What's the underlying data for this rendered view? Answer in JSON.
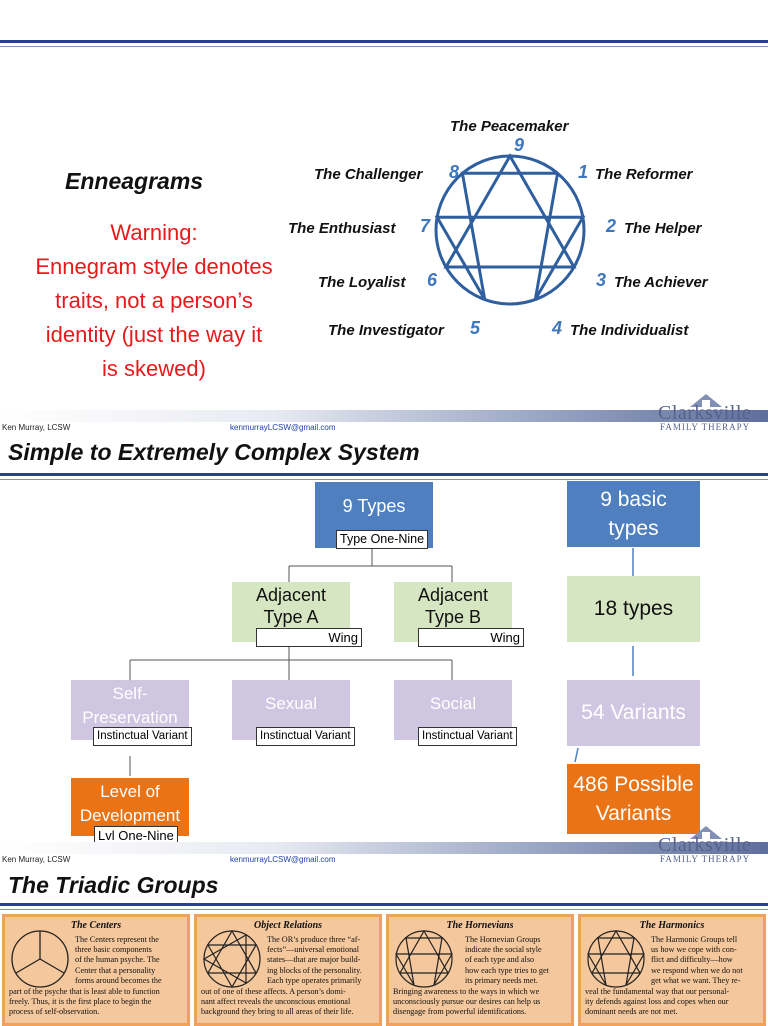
{
  "slide1": {
    "title": "Enneagrams",
    "warning_title": "Warning:",
    "warning_lines": [
      "Ennegram style denotes",
      "traits, not a person’s",
      "identity (just the way it",
      "is skewed)"
    ],
    "enneagram": {
      "types": [
        {
          "number": "9",
          "name": "The Peacemaker"
        },
        {
          "number": "1",
          "name": "The Reformer"
        },
        {
          "number": "2",
          "name": "The Helper"
        },
        {
          "number": "3",
          "name": "The Achiever"
        },
        {
          "number": "4",
          "name": "The Individualist"
        },
        {
          "number": "5",
          "name": "The Investigator"
        },
        {
          "number": "6",
          "name": "The Loyalist"
        },
        {
          "number": "7",
          "name": "The Enthusiast"
        },
        {
          "number": "8",
          "name": "The Challenger"
        }
      ],
      "line_color": "#2f5f9e",
      "number_color": "#3e76c0"
    },
    "footer": {
      "author": "Ken Murray, LCSW",
      "email": "kenmurrayLCSW@gmail.com",
      "logo": "Clarksville",
      "logo_sub": "FAMILY THERAPY"
    }
  },
  "slide2": {
    "title": "Simple to Extremely Complex System",
    "chart": {
      "types_box": "9 Types",
      "types_tag": "Type One-Nine",
      "adjacent_a": [
        "Adjacent",
        "Type A"
      ],
      "adjacent_b": [
        "Adjacent",
        "Type B"
      ],
      "wing_tag": "Wing",
      "variants": [
        "Self-",
        "Preservation"
      ],
      "sexual": "Sexual",
      "social": "Social",
      "variant_tag": "Instinctual Variant",
      "level": [
        "Level of",
        "Development"
      ],
      "level_tag": "Lvl One-Nine"
    },
    "side": {
      "basic": [
        "9 basic",
        "types"
      ],
      "eighteen": "18 types",
      "fifty_four": "54 Variants",
      "possible": [
        "486 Possible",
        "Variants"
      ]
    },
    "colors": {
      "blue": "#4f7fbf",
      "green": "#d7e6c2",
      "purple": "#cfc6e2",
      "orange": "#e97315"
    },
    "footer": {
      "author": "Ken Murray, LCSW",
      "email": "kenmurrayLCSW@gmail.com",
      "logo": "Clarksville",
      "logo_sub": "FAMILY THERAPY"
    }
  },
  "slide3": {
    "title": "The Triadic Groups",
    "panels": [
      {
        "title": "The Centers",
        "body": [
          "The Centers represent the",
          "three basic components",
          "of the human psyche. The",
          "Center that a personality",
          "forms around becomes the"
        ],
        "foot": [
          "part of the psyche that is least able to function",
          "freely. Thus, it is the first place to begin the",
          "process of self-observation."
        ]
      },
      {
        "title": "Object Relations",
        "body": [
          "The OR’s produce three “af-",
          "fects”—universal emotional",
          "states—that are major build-",
          "ing blocks of the personality.",
          "Each type operates primarily"
        ],
        "foot": [
          "out of one of these affects. A person’s domi-",
          "nant affect reveals the unconscious emotional",
          "background they bring to all areas of their life."
        ]
      },
      {
        "title": "The Hornevians",
        "body": [
          "The Hornevian Groups",
          "indicate the social style",
          "of each type and also",
          "how each type tries to get",
          "its primary needs met."
        ],
        "foot": [
          "Bringing awareness to the ways in which we",
          "unconsciously pursue our desires can help us",
          "disengage from powerful identifications."
        ]
      },
      {
        "title": "The Harmonics",
        "body": [
          "The Harmonic Groups tell",
          "us how we cope with con-",
          "flict and difficulty—how",
          "we respond when we do not",
          "get what we want. They re-"
        ],
        "foot": [
          "veal the fundamental way that our personal-",
          "ity defends against loss and copes when our",
          "dominant needs are not met."
        ]
      }
    ]
  }
}
